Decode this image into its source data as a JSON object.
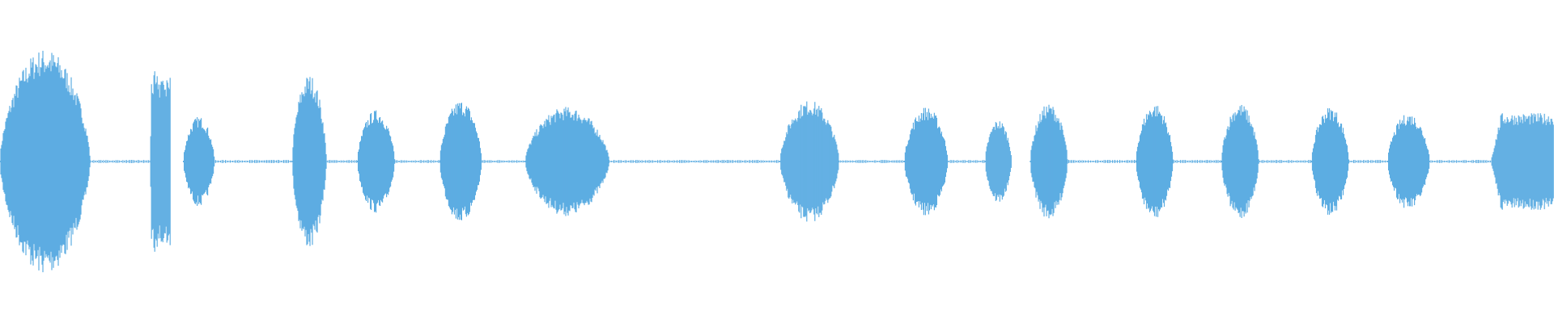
{
  "waveform": {
    "color": "#5dade2",
    "background": "#ffffff",
    "segments": [
      {
        "type": "burst",
        "start": 0.0,
        "end": 0.058,
        "amp": 0.7,
        "shape": "bulge"
      },
      {
        "type": "gap",
        "start": 0.058,
        "end": 0.097
      },
      {
        "type": "burst",
        "start": 0.097,
        "end": 0.11,
        "amp": 0.56,
        "shape": "block"
      },
      {
        "type": "burst",
        "start": 0.118,
        "end": 0.138,
        "amp": 0.28,
        "shape": "bulge"
      },
      {
        "type": "gap",
        "start": 0.138,
        "end": 0.188
      },
      {
        "type": "burst",
        "start": 0.188,
        "end": 0.21,
        "amp": 0.54,
        "shape": "bulge"
      },
      {
        "type": "gap",
        "start": 0.21,
        "end": 0.23
      },
      {
        "type": "burst",
        "start": 0.23,
        "end": 0.254,
        "amp": 0.32,
        "shape": "bulge"
      },
      {
        "type": "gap",
        "start": 0.254,
        "end": 0.283
      },
      {
        "type": "burst",
        "start": 0.283,
        "end": 0.31,
        "amp": 0.38,
        "shape": "bulge"
      },
      {
        "type": "gap",
        "start": 0.31,
        "end": 0.338
      },
      {
        "type": "burst",
        "start": 0.338,
        "end": 0.392,
        "amp": 0.34,
        "shape": "bulge"
      },
      {
        "type": "gap",
        "start": 0.392,
        "end": 0.502
      },
      {
        "type": "burst",
        "start": 0.502,
        "end": 0.54,
        "amp": 0.38,
        "shape": "bulge"
      },
      {
        "type": "gap",
        "start": 0.54,
        "end": 0.582
      },
      {
        "type": "burst",
        "start": 0.582,
        "end": 0.61,
        "amp": 0.34,
        "shape": "bulge"
      },
      {
        "type": "gap",
        "start": 0.61,
        "end": 0.634
      },
      {
        "type": "burst",
        "start": 0.634,
        "end": 0.651,
        "amp": 0.26,
        "shape": "bulge"
      },
      {
        "type": "burst",
        "start": 0.663,
        "end": 0.687,
        "amp": 0.36,
        "shape": "bulge"
      },
      {
        "type": "gap",
        "start": 0.687,
        "end": 0.731
      },
      {
        "type": "burst",
        "start": 0.731,
        "end": 0.755,
        "amp": 0.36,
        "shape": "bulge"
      },
      {
        "type": "gap",
        "start": 0.755,
        "end": 0.786
      },
      {
        "type": "burst",
        "start": 0.786,
        "end": 0.81,
        "amp": 0.36,
        "shape": "bulge"
      },
      {
        "type": "gap",
        "start": 0.81,
        "end": 0.844
      },
      {
        "type": "burst",
        "start": 0.844,
        "end": 0.868,
        "amp": 0.34,
        "shape": "bulge"
      },
      {
        "type": "gap",
        "start": 0.868,
        "end": 0.893
      },
      {
        "type": "burst",
        "start": 0.893,
        "end": 0.92,
        "amp": 0.3,
        "shape": "bulge"
      },
      {
        "type": "gap",
        "start": 0.92,
        "end": 0.96
      },
      {
        "type": "burst",
        "start": 0.96,
        "end": 1.0,
        "amp": 0.3,
        "shape": "plateau"
      }
    ]
  }
}
